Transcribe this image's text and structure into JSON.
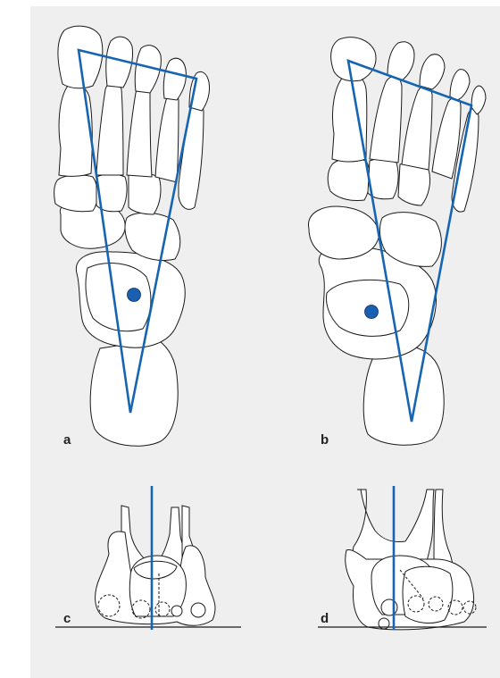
{
  "figure": {
    "panels": [
      {
        "id": "a",
        "label": "a",
        "view": "foot-dorsal-normal"
      },
      {
        "id": "b",
        "label": "b",
        "view": "foot-dorsal-valgus"
      },
      {
        "id": "c",
        "label": "c",
        "view": "hindfoot-posterior-normal"
      },
      {
        "id": "d",
        "label": "d",
        "view": "hindfoot-posterior-valgus"
      }
    ]
  },
  "colors": {
    "background": "#efefef",
    "bone_outline": "#1a1a1a",
    "bone_fill": "#ffffff",
    "accent_blue": "#1565b4",
    "marker_dot": "#1a5fb0"
  },
  "icons": {
    "load_axis_triangle": "triangle-outline",
    "center_marker": "filled-circle",
    "load_axis_line": "vertical-line"
  }
}
